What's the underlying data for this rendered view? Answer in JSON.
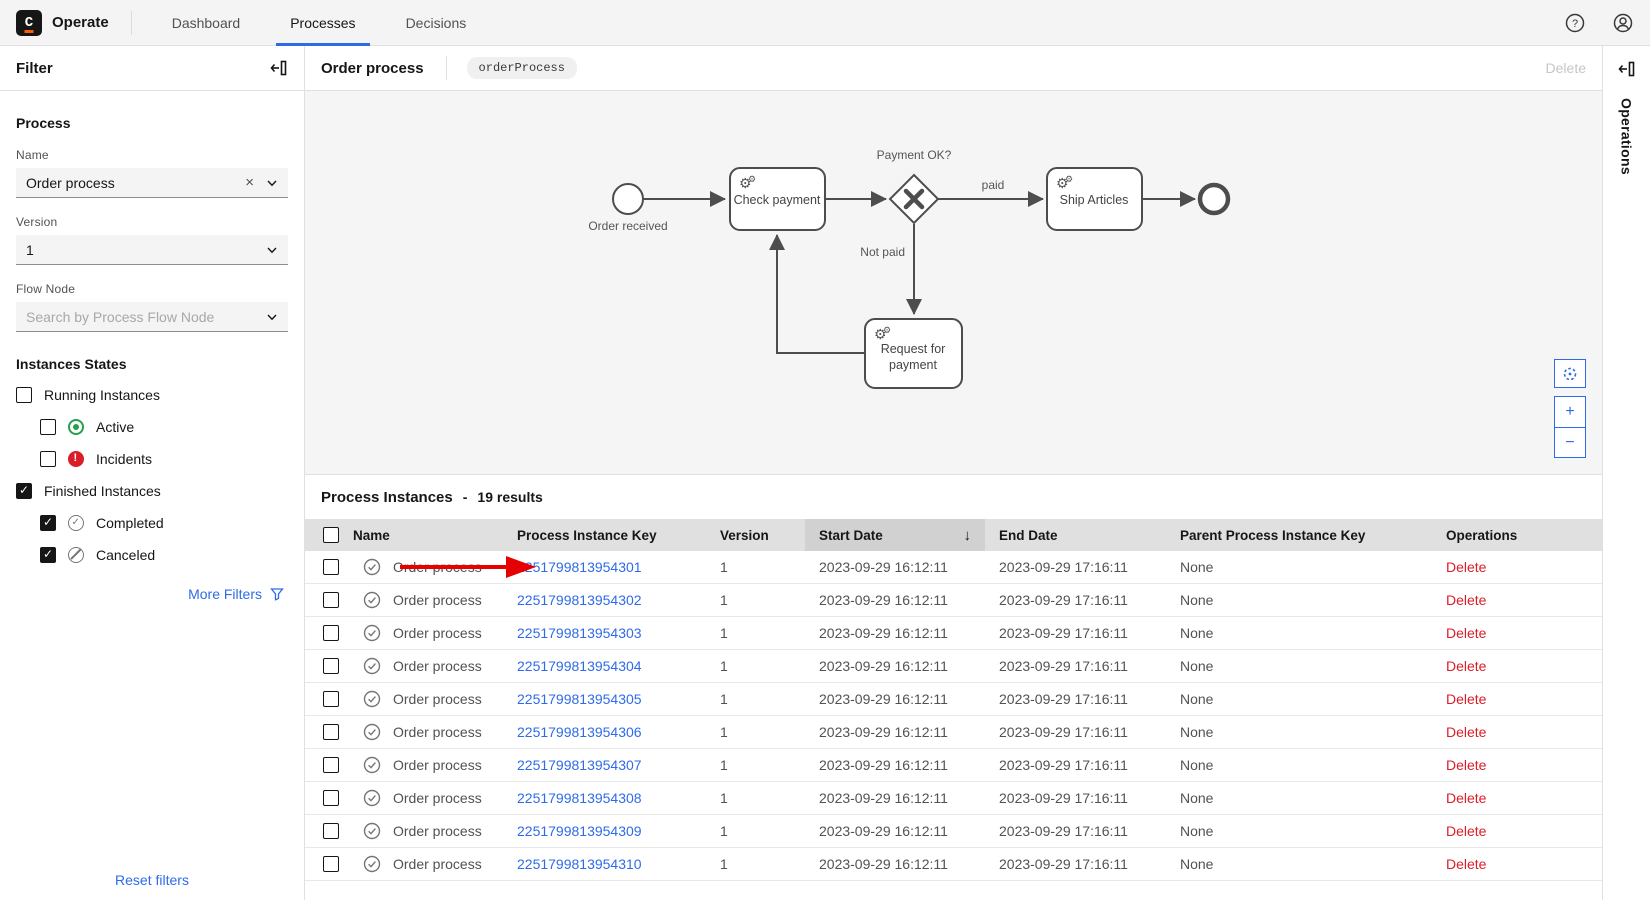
{
  "colors": {
    "accent": "#2f6be8",
    "danger_red": "#da1e28",
    "annotation_red": "#e60000",
    "active_green": "#24a148",
    "header_bg": "#f4f4f4",
    "diagram_bg": "#f5f5f5"
  },
  "header": {
    "app_name": "Operate",
    "logo_letter": "C",
    "tabs": [
      {
        "label": "Dashboard",
        "active": false
      },
      {
        "label": "Processes",
        "active": true
      },
      {
        "label": "Decisions",
        "active": false
      }
    ]
  },
  "filter_panel": {
    "title": "Filter",
    "process_section": {
      "title": "Process",
      "name_label": "Name",
      "name_value": "Order process",
      "version_label": "Version",
      "version_value": "1",
      "flow_node_label": "Flow Node",
      "flow_node_placeholder": "Search by Process Flow Node"
    },
    "states_section": {
      "title": "Instances States",
      "items": [
        {
          "label": "Running Instances",
          "checked": false,
          "indent": 0,
          "icon": null
        },
        {
          "label": "Active",
          "checked": false,
          "indent": 1,
          "icon": "active"
        },
        {
          "label": "Incidents",
          "checked": false,
          "indent": 1,
          "icon": "incident"
        },
        {
          "label": "Finished Instances",
          "checked": true,
          "indent": 0,
          "icon": null
        },
        {
          "label": "Completed",
          "checked": true,
          "indent": 1,
          "icon": "completed"
        },
        {
          "label": "Canceled",
          "checked": true,
          "indent": 1,
          "icon": "canceled"
        }
      ]
    },
    "more_filters_label": "More Filters",
    "reset_label": "Reset filters"
  },
  "process_header": {
    "title": "Order process",
    "badge": "orderProcess",
    "delete_label": "Delete"
  },
  "diagram": {
    "labels": {
      "start_event": "Order received",
      "check_payment": "Check payment",
      "gateway": "Payment OK?",
      "paid_flow": "paid",
      "not_paid_flow": "Not paid",
      "ship_articles": "Ship Articles",
      "request_line1": "Request for",
      "request_line2": "payment"
    },
    "controls": {
      "reset": "reset-view",
      "zoom_in": "+",
      "zoom_out": "−"
    }
  },
  "instances": {
    "title": "Process Instances",
    "dash": "-",
    "results_text": "19 results",
    "columns": [
      {
        "label": "Name"
      },
      {
        "label": "Process Instance Key"
      },
      {
        "label": "Version"
      },
      {
        "label": "Start Date",
        "sorted": "desc"
      },
      {
        "label": "End Date"
      },
      {
        "label": "Parent Process Instance Key"
      },
      {
        "label": "Operations"
      }
    ],
    "rows": [
      {
        "name": "Order process",
        "key": "2251799813954301",
        "version": "1",
        "start_date": "2023-09-29 16:12:11",
        "end_date": "2023-09-29 17:16:11",
        "parent": "None",
        "operation": "Delete",
        "annotated": true
      },
      {
        "name": "Order process",
        "key": "2251799813954302",
        "version": "1",
        "start_date": "2023-09-29 16:12:11",
        "end_date": "2023-09-29 17:16:11",
        "parent": "None",
        "operation": "Delete"
      },
      {
        "name": "Order process",
        "key": "2251799813954303",
        "version": "1",
        "start_date": "2023-09-29 16:12:11",
        "end_date": "2023-09-29 17:16:11",
        "parent": "None",
        "operation": "Delete"
      },
      {
        "name": "Order process",
        "key": "2251799813954304",
        "version": "1",
        "start_date": "2023-09-29 16:12:11",
        "end_date": "2023-09-29 17:16:11",
        "parent": "None",
        "operation": "Delete"
      },
      {
        "name": "Order process",
        "key": "2251799813954305",
        "version": "1",
        "start_date": "2023-09-29 16:12:11",
        "end_date": "2023-09-29 17:16:11",
        "parent": "None",
        "operation": "Delete"
      },
      {
        "name": "Order process",
        "key": "2251799813954306",
        "version": "1",
        "start_date": "2023-09-29 16:12:11",
        "end_date": "2023-09-29 17:16:11",
        "parent": "None",
        "operation": "Delete"
      },
      {
        "name": "Order process",
        "key": "2251799813954307",
        "version": "1",
        "start_date": "2023-09-29 16:12:11",
        "end_date": "2023-09-29 17:16:11",
        "parent": "None",
        "operation": "Delete"
      },
      {
        "name": "Order process",
        "key": "2251799813954308",
        "version": "1",
        "start_date": "2023-09-29 16:12:11",
        "end_date": "2023-09-29 17:16:11",
        "parent": "None",
        "operation": "Delete"
      },
      {
        "name": "Order process",
        "key": "2251799813954309",
        "version": "1",
        "start_date": "2023-09-29 16:12:11",
        "end_date": "2023-09-29 17:16:11",
        "parent": "None",
        "operation": "Delete"
      },
      {
        "name": "Order process",
        "key": "2251799813954310",
        "version": "1",
        "start_date": "2023-09-29 16:12:11",
        "end_date": "2023-09-29 17:16:11",
        "parent": "None",
        "operation": "Delete"
      }
    ]
  },
  "operations_panel": {
    "label": "Operations"
  }
}
